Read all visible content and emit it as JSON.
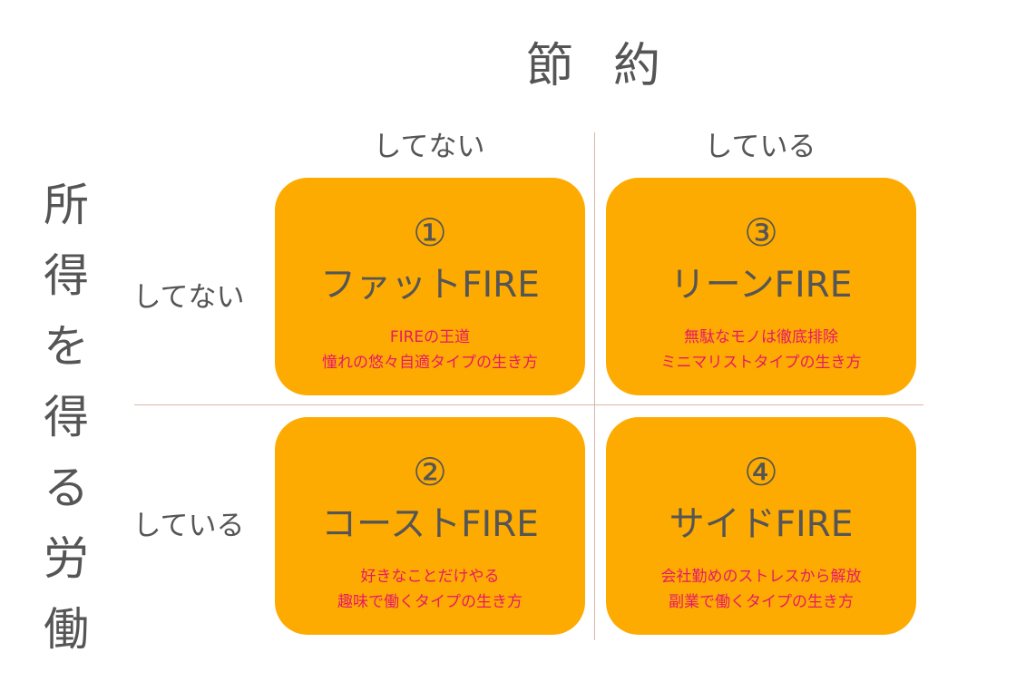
{
  "header": {
    "x_axis_title_chars": [
      "節",
      "約"
    ],
    "y_axis_title_chars": [
      "所",
      "得",
      "を",
      "得",
      "る",
      "労",
      "働"
    ]
  },
  "columns": {
    "not_doing": "してない",
    "doing": "している"
  },
  "rows": {
    "not_doing": "してない",
    "doing": "している"
  },
  "quadrants": {
    "fat": {
      "number": "①",
      "name": "ファットFIRE",
      "line1": "FIREの王道",
      "line2": "憧れの悠々自適タイプの生き方"
    },
    "lean": {
      "number": "③",
      "name": "リーンFIRE",
      "line1": "無駄なモノは徹底排除",
      "line2": "ミニマリストタイプの生き方"
    },
    "coast": {
      "number": "②",
      "name": "コーストFIRE",
      "line1": "好きなことだけやる",
      "line2": "趣味で働くタイプの生き方"
    },
    "side": {
      "number": "④",
      "name": "サイドFIRE",
      "line1": "会社勤めのストレスから解放",
      "line2": "副業で働くタイプの生き方"
    }
  },
  "colors": {
    "card": "#fdab00",
    "text": "#555555",
    "accent_text": "#e6196a",
    "divider": "#d8b7a8"
  }
}
